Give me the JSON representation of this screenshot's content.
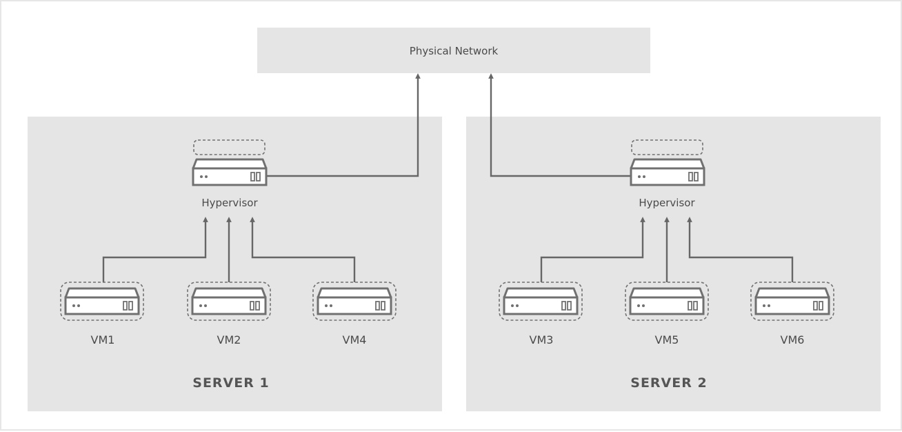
{
  "network": {
    "label": "Physical Network"
  },
  "servers": [
    {
      "label": "SERVER 1",
      "hypervisor_label": "Hypervisor",
      "vms": [
        "VM1",
        "VM2",
        "VM4"
      ]
    },
    {
      "label": "SERVER 2",
      "hypervisor_label": "Hypervisor",
      "vms": [
        "VM3",
        "VM5",
        "VM6"
      ]
    }
  ],
  "icons": {
    "hypervisor": "server-icon",
    "vm": "server-icon"
  },
  "colors": {
    "panel": "#e5e5e5",
    "line": "#666666",
    "device_stroke": "#707070",
    "device_fill": "#ffffff",
    "text": "#4a4a4a"
  }
}
